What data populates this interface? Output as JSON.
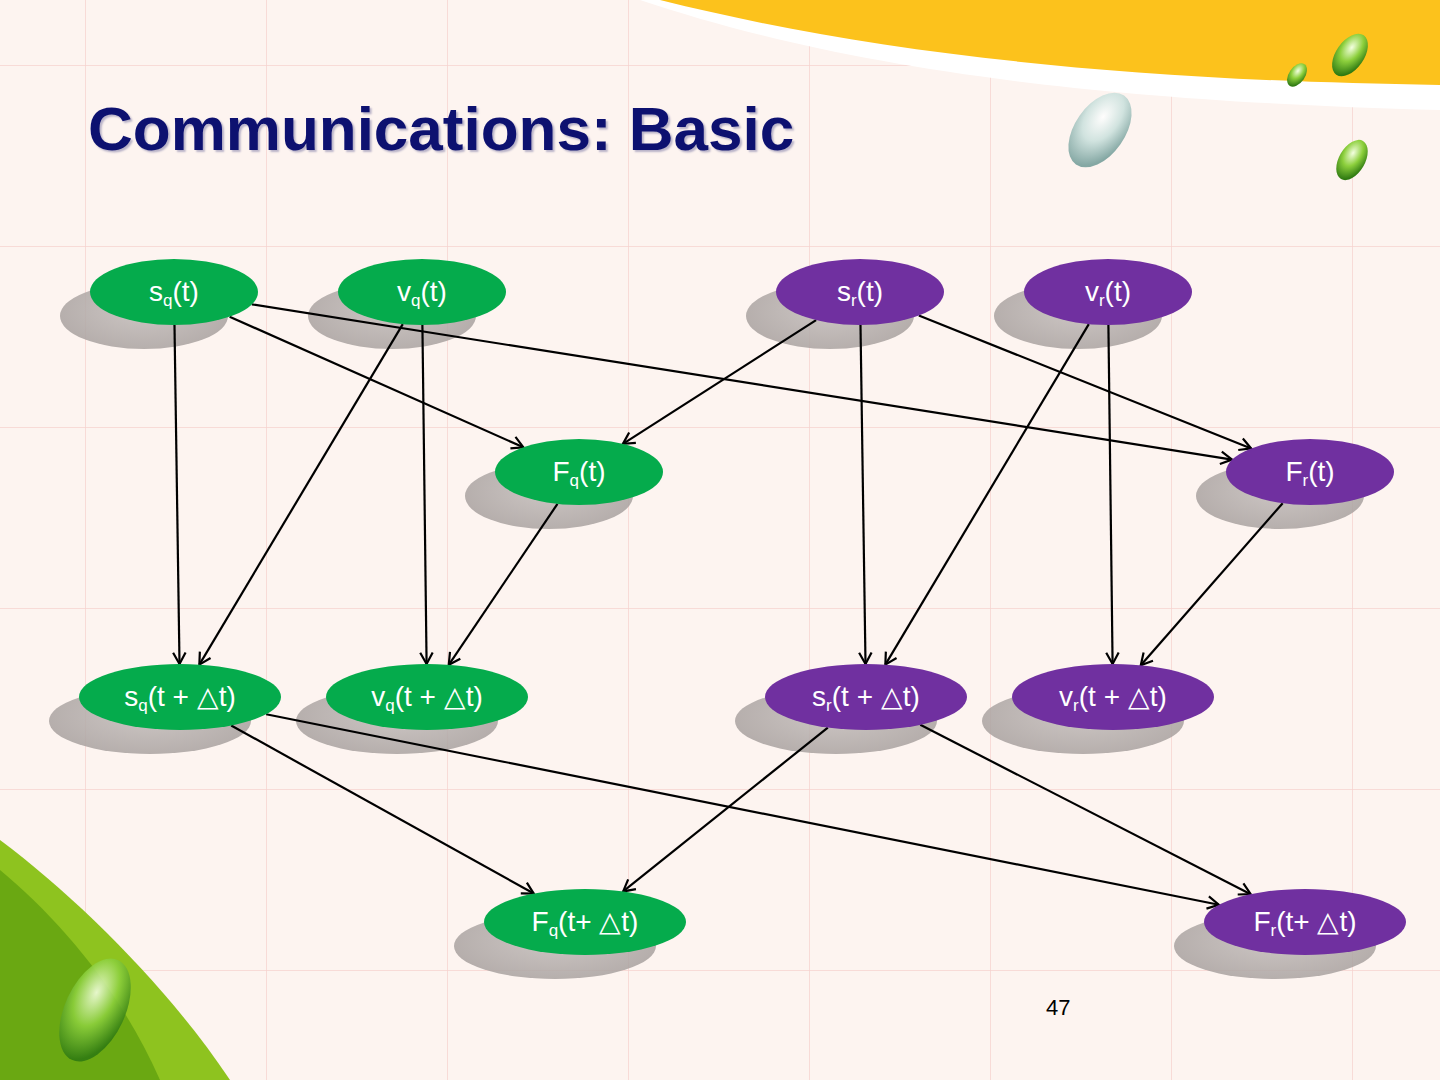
{
  "diagram": {
    "title": "Communications: Basic",
    "nodes": [
      {
        "text": [
          "sq(t)"
        ]
      },
      {
        "text": [
          "vq(t)"
        ]
      },
      {
        "text": [
          "sr(t)"
        ]
      },
      {
        "text": [
          "vr(t)"
        ]
      },
      {
        "text": [
          "Fq(t)"
        ]
      },
      {
        "text": [
          "Fr(t)"
        ]
      },
      {
        "text": [
          "sq(t + △t)"
        ]
      },
      {
        "text": [
          "vq(t + △t)"
        ]
      },
      {
        "text": [
          "sr(t + △t)"
        ]
      },
      {
        "text": [
          "vr(t + △t)"
        ]
      },
      {
        "text": [
          "Fq(t+ △t)"
        ]
      },
      {
        "text": [
          "Fr(t+ △t)"
        ]
      }
    ],
    "edges": [
      {
        "from": 0,
        "to": 6,
        "arrow": "to"
      },
      {
        "from": 0,
        "to": 4,
        "arrow": "to"
      },
      {
        "from": 0,
        "to": 5,
        "arrow": "to"
      },
      {
        "from": 1,
        "to": 6,
        "arrow": "to"
      },
      {
        "from": 1,
        "to": 7,
        "arrow": "to"
      },
      {
        "from": 2,
        "to": 4,
        "arrow": "to"
      },
      {
        "from": 2,
        "to": 8,
        "arrow": "to"
      },
      {
        "from": 2,
        "to": 5,
        "arrow": "to"
      },
      {
        "from": 3,
        "to": 8,
        "arrow": "to"
      },
      {
        "from": 3,
        "to": 9,
        "arrow": "to"
      },
      {
        "from": 4,
        "to": 7,
        "arrow": "to"
      },
      {
        "from": 5,
        "to": 9,
        "arrow": "to"
      },
      {
        "from": 6,
        "to": 10,
        "arrow": "to"
      },
      {
        "from": 6,
        "to": 11,
        "arrow": "to"
      },
      {
        "from": 8,
        "to": 10,
        "arrow": "to"
      },
      {
        "from": 8,
        "to": 11,
        "arrow": "to"
      }
    ],
    "labels": [
      "47"
    ]
  }
}
